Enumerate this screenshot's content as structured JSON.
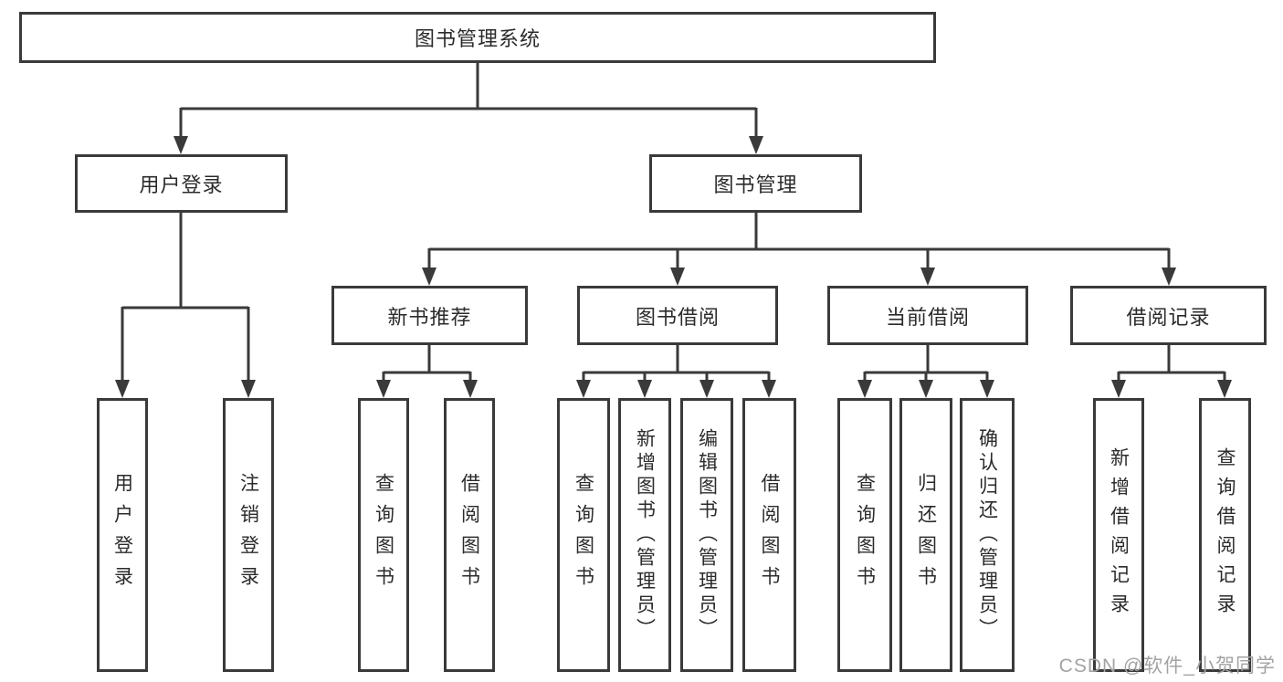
{
  "diagram": {
    "root": "图书管理系统",
    "level2": {
      "user_login_branch": "用户登录",
      "book_management": "图书管理"
    },
    "level3": {
      "new_book_recommendation": "新书推荐",
      "book_borrowing": "图书借阅",
      "current_borrowing": "当前借阅",
      "borrowing_records": "借阅记录"
    },
    "leaves": [
      "用户登录",
      "注销登录",
      "查询图书",
      "借阅图书",
      "查询图书",
      "新增图书（管理员）",
      "编辑图书（管理员）",
      "借阅图书",
      "查询图书",
      "归还图书",
      "确认归还（管理员）",
      "新增借阅记录",
      "查询借阅记录"
    ]
  },
  "watermark": "CSDN @软件_小贺同学",
  "colors": {
    "line": "#3a3a3a",
    "text": "#2b2b2b",
    "background": "#ffffff",
    "watermark": "#a3a3a3"
  }
}
